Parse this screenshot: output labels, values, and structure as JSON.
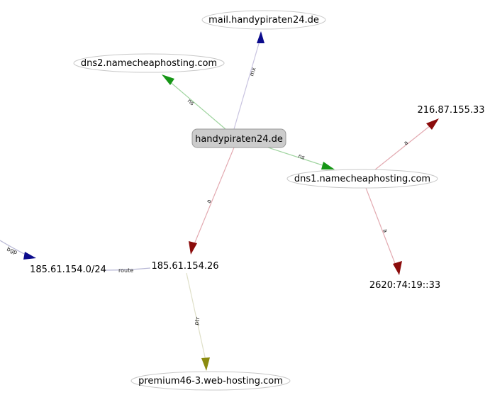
{
  "graph": {
    "nodes": {
      "root": {
        "label": "handypiraten24.de"
      },
      "mx": {
        "label": "mail.handypiraten24.de"
      },
      "dns2": {
        "label": "dns2.namecheaphosting.com"
      },
      "dns1": {
        "label": "dns1.namecheaphosting.com"
      },
      "ipv4_dns": {
        "label": "216.87.155.33"
      },
      "ipv6_dns": {
        "label": "2620:74:19::33"
      },
      "ip_root": {
        "label": "185.61.154.26"
      },
      "prefix": {
        "label": "185.61.154.0/24"
      },
      "ptr_host": {
        "label": "premium46-3.web-hosting.com"
      }
    },
    "edges": {
      "root_mx": {
        "label": "mx",
        "color": "#c8c3e0"
      },
      "root_dns2": {
        "label": "ns",
        "color": "#9fd49f"
      },
      "root_dns1": {
        "label": "ns",
        "color": "#9fd49f"
      },
      "root_ip": {
        "label": "a",
        "color": "#e3aab1"
      },
      "dns1_ipv4": {
        "label": "a",
        "color": "#e3aab1"
      },
      "dns1_ipv6": {
        "label": "a",
        "color": "#e3aab1"
      },
      "ip_prefix": {
        "label": "route",
        "color": "#b9b9d6"
      },
      "bgp_prefix": {
        "label": "bgp",
        "color": "#b9b9d6"
      },
      "ip_ptr": {
        "label": "ptr",
        "color": "#dfe0c8"
      }
    },
    "colors": {
      "mx_arrow": "#0b0b8c",
      "ns_arrow": "#169616",
      "a_arrow": "#8b0b0b",
      "bgp_arrow": "#0b0b8c",
      "ptr_arrow": "#8c8c10",
      "root_fill": "#cccccc",
      "root_stroke": "#999999",
      "ellipse_stroke": "#c8c8c8"
    }
  }
}
